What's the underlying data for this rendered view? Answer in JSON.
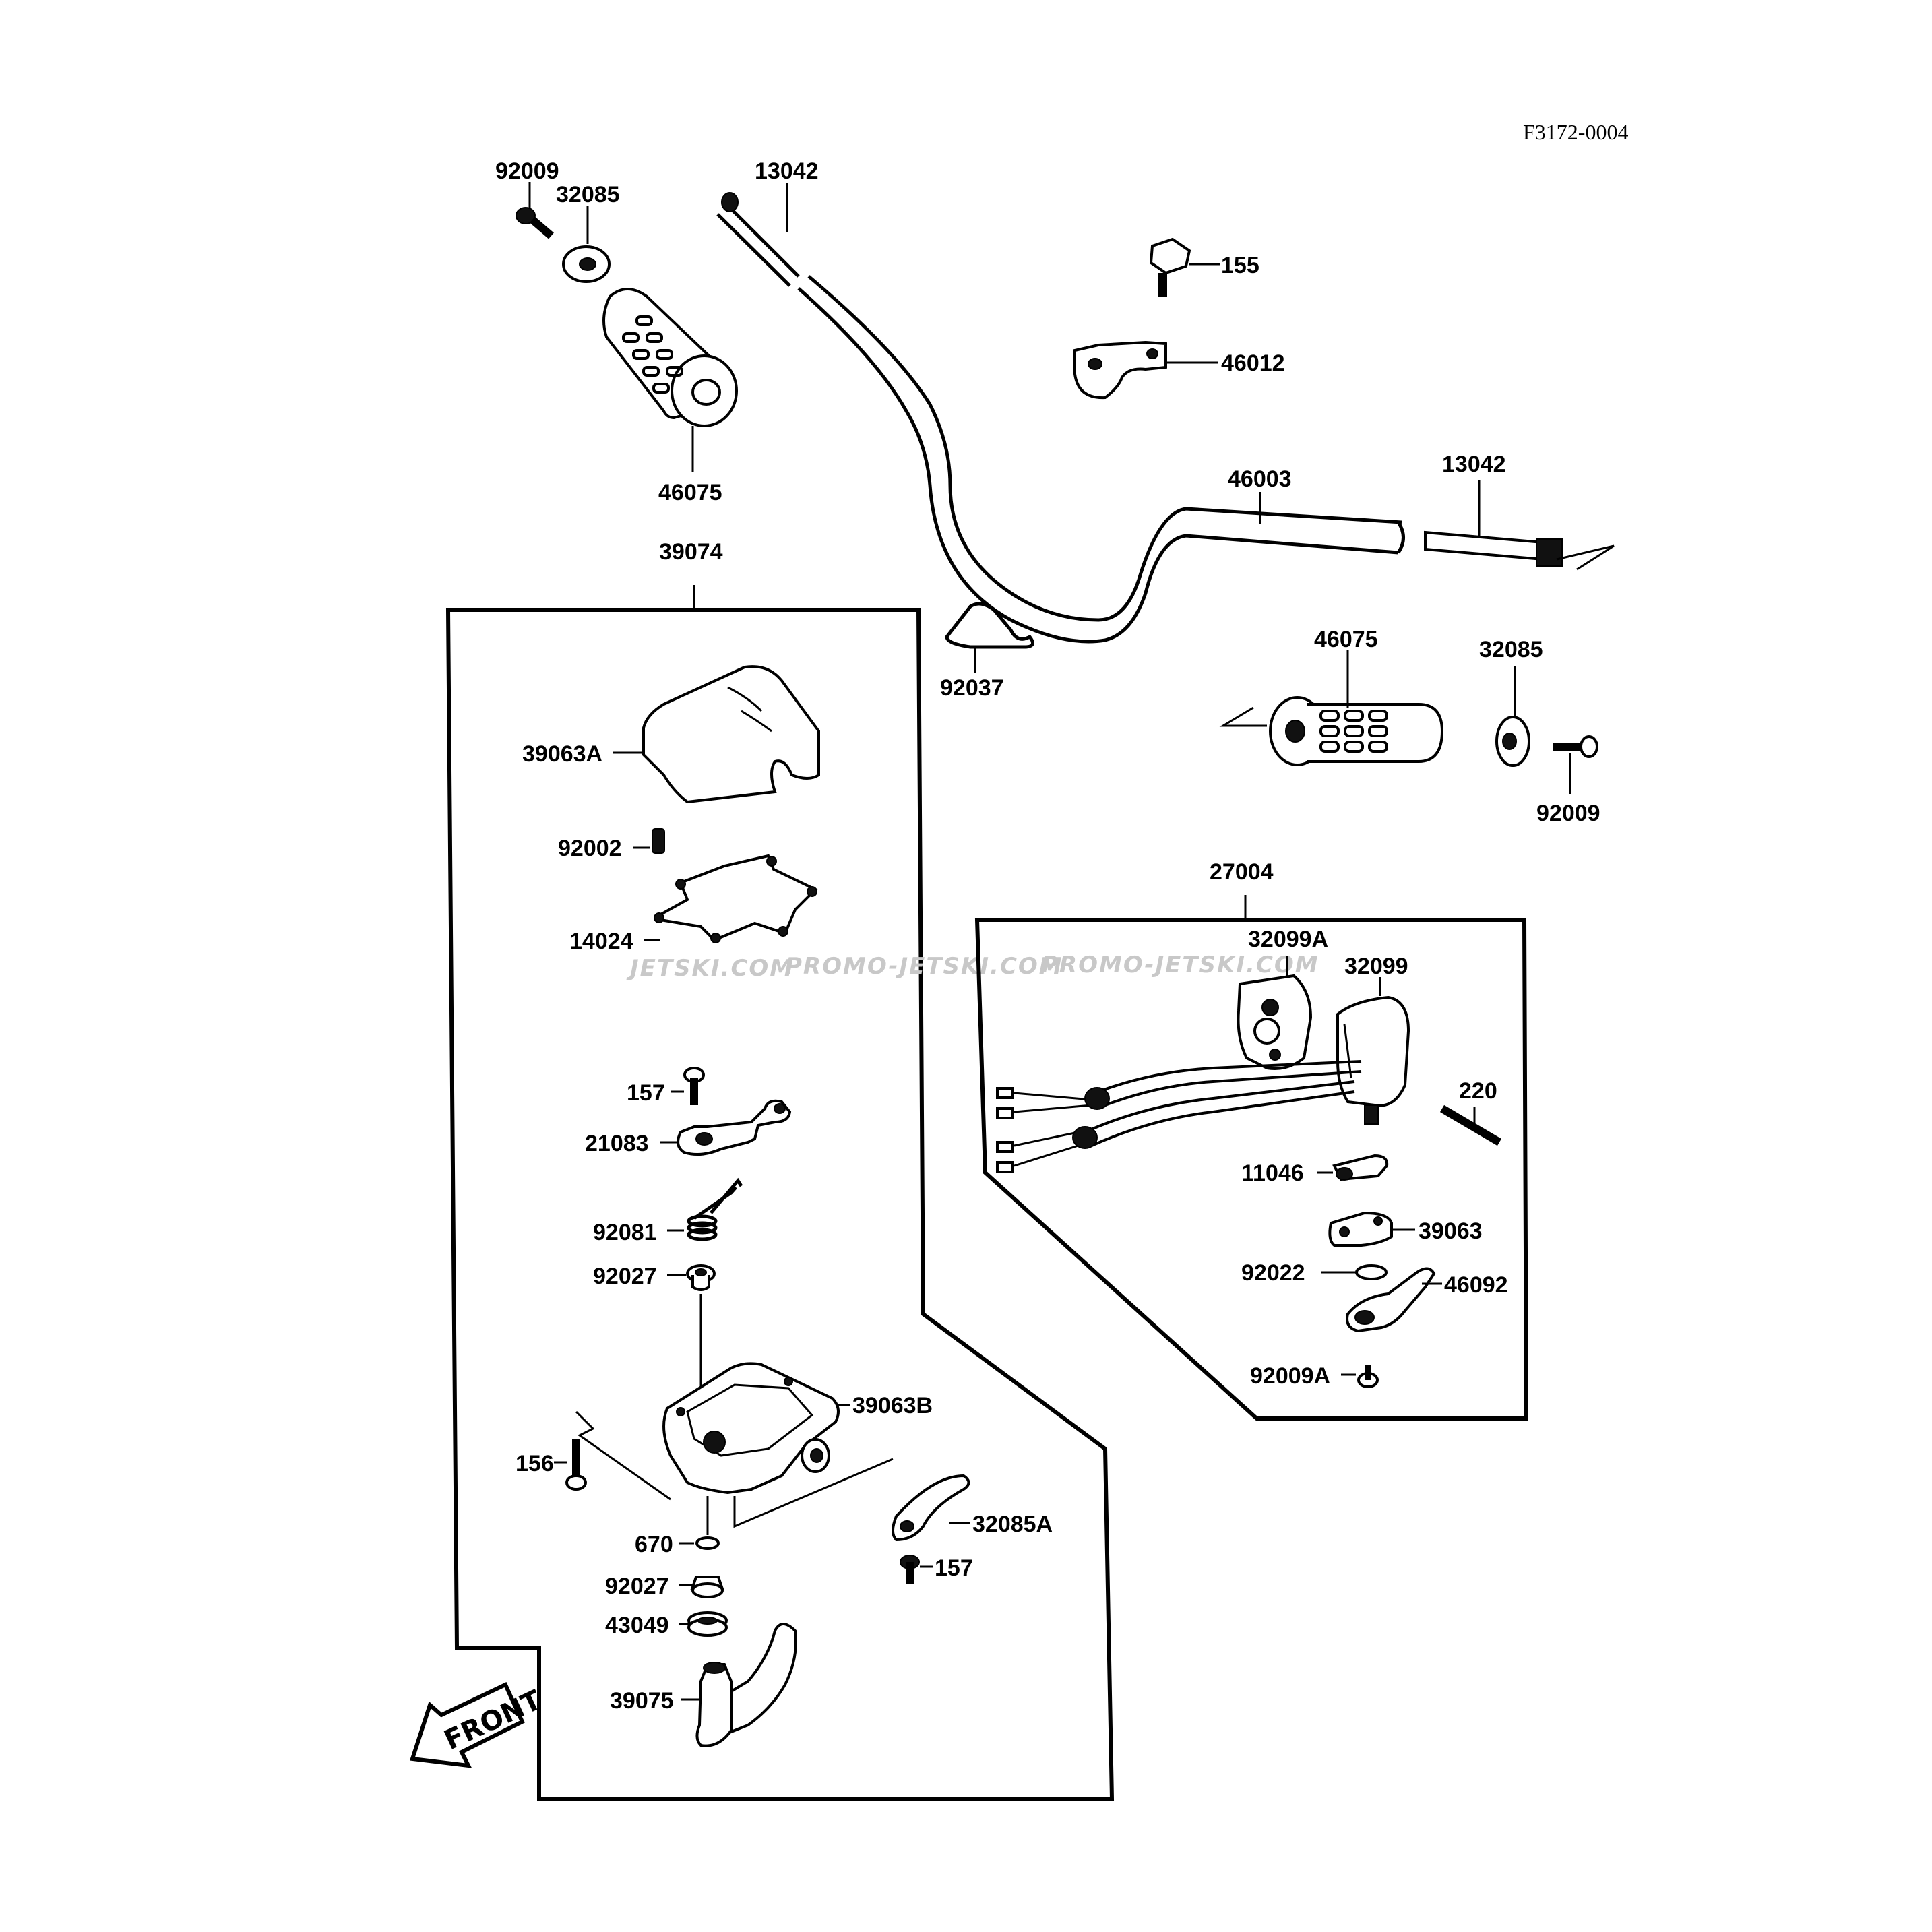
{
  "diagram": {
    "code": "F3172-0004",
    "watermarks": [
      "JETSKI.COM",
      "PROMO-JETSKI.COM",
      "PROMO-JETSKI.COM"
    ],
    "front_label": "FRONT",
    "parts": {
      "p92009_top": "92009",
      "p32085_top": "32085",
      "p13042_left": "13042",
      "p155": "155",
      "p46012": "46012",
      "p46075_left": "46075",
      "p46003": "46003",
      "p13042_right": "13042",
      "p39074": "39074",
      "p92037": "92037",
      "p46075_right": "46075",
      "p32085_right": "32085",
      "p92009_right": "92009",
      "p39063A": "39063A",
      "p92002": "92002",
      "p14024": "14024",
      "p27004": "27004",
      "p32099A": "32099A",
      "p32099": "32099",
      "p220": "220",
      "p11046": "11046",
      "p39063": "39063",
      "p92022": "92022",
      "p46092": "46092",
      "p92009A": "92009A",
      "p157_upper": "157",
      "p21083": "21083",
      "p92081": "92081",
      "p92027_upper": "92027",
      "p39063B": "39063B",
      "p156": "156",
      "p32085A": "32085A",
      "p670": "670",
      "p157_lower": "157",
      "p92027_lower": "92027",
      "p43049": "43049",
      "p39075": "39075"
    }
  }
}
